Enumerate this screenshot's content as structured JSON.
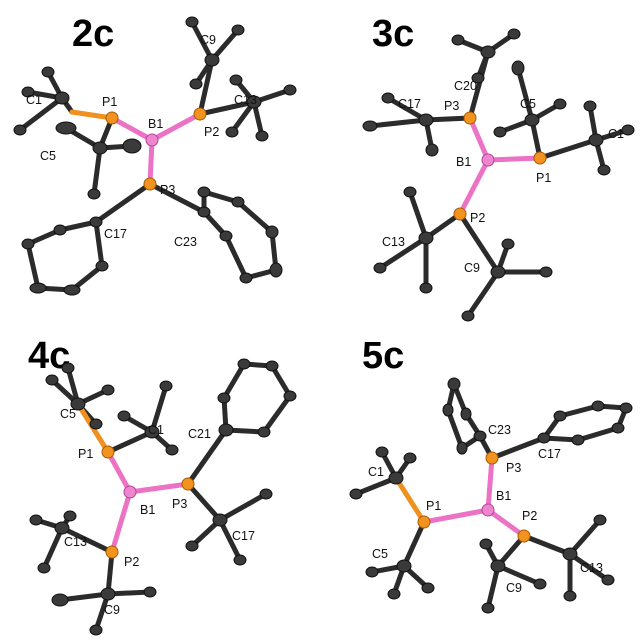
{
  "panels": [
    {
      "title": "2c",
      "labels": [
        "C9",
        "C1",
        "P1",
        "B1",
        "C13",
        "P2",
        "C5",
        "P3",
        "C17",
        "C23"
      ]
    },
    {
      "title": "3c",
      "labels": [
        "C20",
        "C17",
        "P3",
        "C5",
        "C1",
        "B1",
        "P1",
        "P2",
        "C13",
        "C9"
      ]
    },
    {
      "title": "4c",
      "labels": [
        "C5",
        "C1",
        "C21",
        "P1",
        "B1",
        "P3",
        "C17",
        "C13",
        "P2",
        "C9"
      ]
    },
    {
      "title": "5c",
      "labels": [
        "C23",
        "C17",
        "P3",
        "C1",
        "B1",
        "P1",
        "P2",
        "C5",
        "C13",
        "C9"
      ]
    }
  ],
  "colors": {
    "carbon": "#3a3a3a",
    "phosphorus": "#f3931f",
    "boron": "#ef84cf"
  }
}
